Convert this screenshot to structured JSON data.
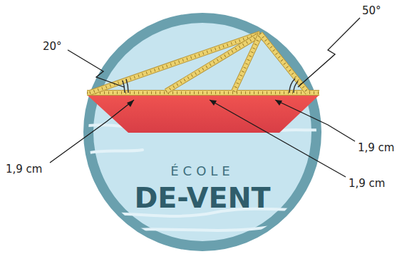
{
  "diagram": {
    "nodes": [
      {
        "text": [
          "ÉCOLE",
          "DE-VENT"
        ]
      }
    ],
    "labels": [
      "20°",
      "50°",
      "1,9 cm",
      "1,9 cm",
      "1,9 cm"
    ]
  }
}
